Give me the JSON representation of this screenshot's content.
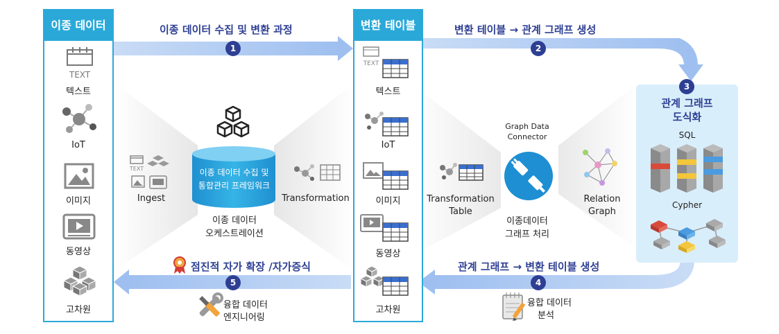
{
  "left_panel": {
    "title": "이종 데이터",
    "items": [
      {
        "label": "텍스트",
        "icon": "text-document-icon",
        "icon_text": "TEXT"
      },
      {
        "label": "IoT",
        "icon": "iot-network-icon"
      },
      {
        "label": "이미지",
        "icon": "image-icon"
      },
      {
        "label": "동영상",
        "icon": "video-icon"
      },
      {
        "label": "고차원",
        "icon": "cubes-icon"
      }
    ]
  },
  "middle_panel": {
    "title": "변환 테이블",
    "items": [
      {
        "label": "텍스트",
        "icon_text": "TEXT"
      },
      {
        "label": "IoT"
      },
      {
        "label": "이미지"
      },
      {
        "label": "동영상"
      },
      {
        "label": "고차원"
      }
    ]
  },
  "center": {
    "ingest_label": "Ingest",
    "transformation_label": "Transformation",
    "framework_line1": "이종 데이터 수집 및",
    "framework_line2": "통합관리 프레임워크",
    "orchestration_line1": "이종 데이터",
    "orchestration_line2": "오케스트레이션",
    "ingest_icon_text": "TEXT"
  },
  "right_center": {
    "transformation_table_line1": "Transformation",
    "transformation_table_line2": "Table",
    "connector_line1": "Graph Data",
    "connector_line2": "Connector",
    "processing_line1": "이종데이터",
    "processing_line2": "그래프 처리",
    "relation_line1": "Relation",
    "relation_line2": "Graph"
  },
  "graph_panel": {
    "number": "3",
    "title_line1": "관계 그래프",
    "title_line2": "도식화",
    "sql_label": "SQL",
    "cypher_label": "Cypher"
  },
  "steps": [
    {
      "number": "1",
      "label": "이종 데이터 수집 및 변환 과정"
    },
    {
      "number": "2",
      "label": "변환 테이블 → 관계 그래프 생성"
    },
    {
      "number": "4",
      "label": "관계 그래프 → 변환 테이블 생성"
    },
    {
      "number": "5",
      "label": "점진적 자가 확장 /자가증식"
    }
  ],
  "bottom": {
    "engineering_line1": "융합 데이터",
    "engineering_line2": "엔지니어링",
    "analysis_line1": "융합 데이터",
    "analysis_line2": "분석"
  },
  "colors": {
    "panel_header": "#2aa9d9",
    "step_number": "#2e3f93",
    "step_text": "#2e3f93",
    "arrow_band": "#a9c6f2",
    "framework_cylinder": "#1f9ed8",
    "connector": "#1e8fd2",
    "graph_panel_bg": "#d9eefb"
  }
}
